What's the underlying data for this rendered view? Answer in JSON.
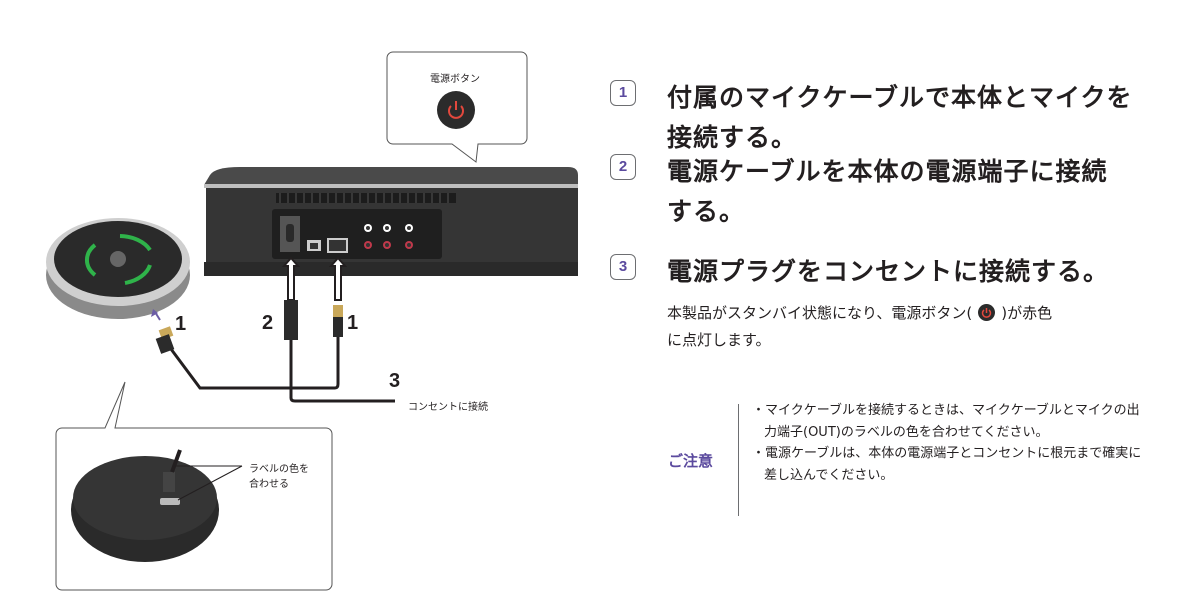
{
  "illustration": {
    "callout_power_button": "電源ボタン",
    "cable_labels": [
      "1",
      "2",
      "1",
      "3"
    ],
    "outlet_label": "コンセントに接続",
    "label_match_note_line1": "ラベルの色を",
    "label_match_note_line2": "合わせる",
    "colors": {
      "device_body": "#3a3a3a",
      "mic_ring_green": "#2fb34a",
      "power_red": "#e2483d",
      "arrow_purple": "#6b5ca5"
    }
  },
  "steps": [
    {
      "number": "1",
      "line1": "付属のマイクケーブルで本体とマイクを",
      "line2": "接続する。"
    },
    {
      "number": "2",
      "line1": "電源ケーブルを本体の電源端子に接続",
      "line2": "する。"
    },
    {
      "number": "3",
      "line1": "電源プラグをコンセントに接続する。",
      "line2": ""
    }
  ],
  "step3_description": {
    "part1": "本製品がスタンバイ状態になり、電源ボタン(",
    "part2": ")が赤色",
    "part3": "に点灯します。"
  },
  "caution": {
    "title": "ご注意",
    "items": [
      "・マイクケーブルを接続するときは、マイクケーブルとマイクの出力端子(OUT)のラベルの色を合わせてください。",
      "・電源ケーブルは、本体の電源端子とコンセントに根元まで確実に差し込んでください。"
    ]
  },
  "accent_color": "#5b4a9e"
}
